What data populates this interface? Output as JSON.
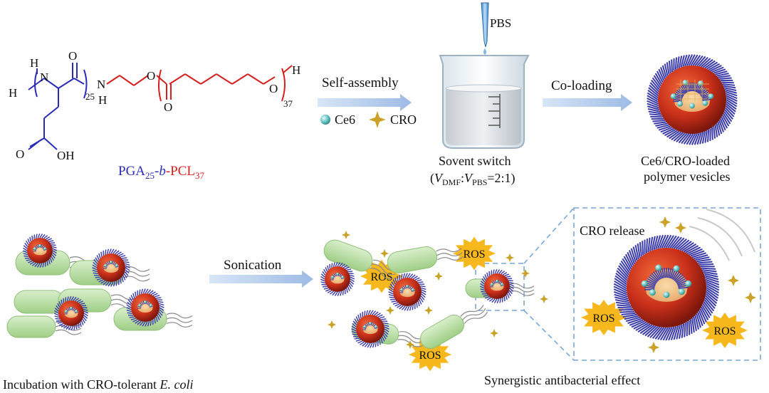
{
  "colors": {
    "blue_chain": "#2b2bb8",
    "red_chain": "#d61f1f",
    "arrow": "#a9c3e8",
    "vesicle": "#c9301a",
    "vesicle_core": "#f0c98a",
    "spike": "#3a3aa8",
    "bacterium": "#b7dca0",
    "ros_fill": "#f6b81d",
    "ros_text": "#3a2a00",
    "dash": "#7aa7d8",
    "sparkle": "#c9a227",
    "ce6": "#5fc2c0"
  },
  "chem": {
    "h_top": "H",
    "n_top": "N",
    "o_top": "O",
    "h_left": "H",
    "n_right": "N",
    "h_bottom": "H",
    "sub_25": "25",
    "o_mid": "O",
    "o_carbonyl": "O",
    "o_end": "O",
    "h_end": "H",
    "sub_37": "37",
    "o_acid": "O",
    "oh_acid": "OH"
  },
  "polymer": {
    "pga": "PGA",
    "pga_sub": "25",
    "dash1": "-",
    "b": "b",
    "dash2": "-",
    "pcl": "PCL",
    "pcl_sub": "37"
  },
  "steps": {
    "self_assembly": "Self-assembly",
    "co_loading": "Co-loading",
    "sonication": "Sonication",
    "pbs": "PBS"
  },
  "legend": {
    "ce6": "Ce6",
    "cro": "CRO"
  },
  "solvent": {
    "line1": "Sovent switch",
    "paren_open": "(",
    "v1": "V",
    "v1_sub": "DMF",
    "colon": ":",
    "v2": "V",
    "v2_sub": "PBS",
    "ratio": "=2:1)"
  },
  "product": {
    "line1": "Ce6/CRO-loaded",
    "line2": "polymer vesicles"
  },
  "bottom": {
    "incubation": "Incubation with CRO-tolerant ",
    "incubation_italic": "E. coli",
    "synergy": "Synergistic antibacterial effect",
    "cro_release": "CRO release"
  },
  "ros": {
    "r1": "ROS",
    "r2": "ROS",
    "r3": "ROS",
    "r4": "ROS",
    "r5": "ROS"
  }
}
